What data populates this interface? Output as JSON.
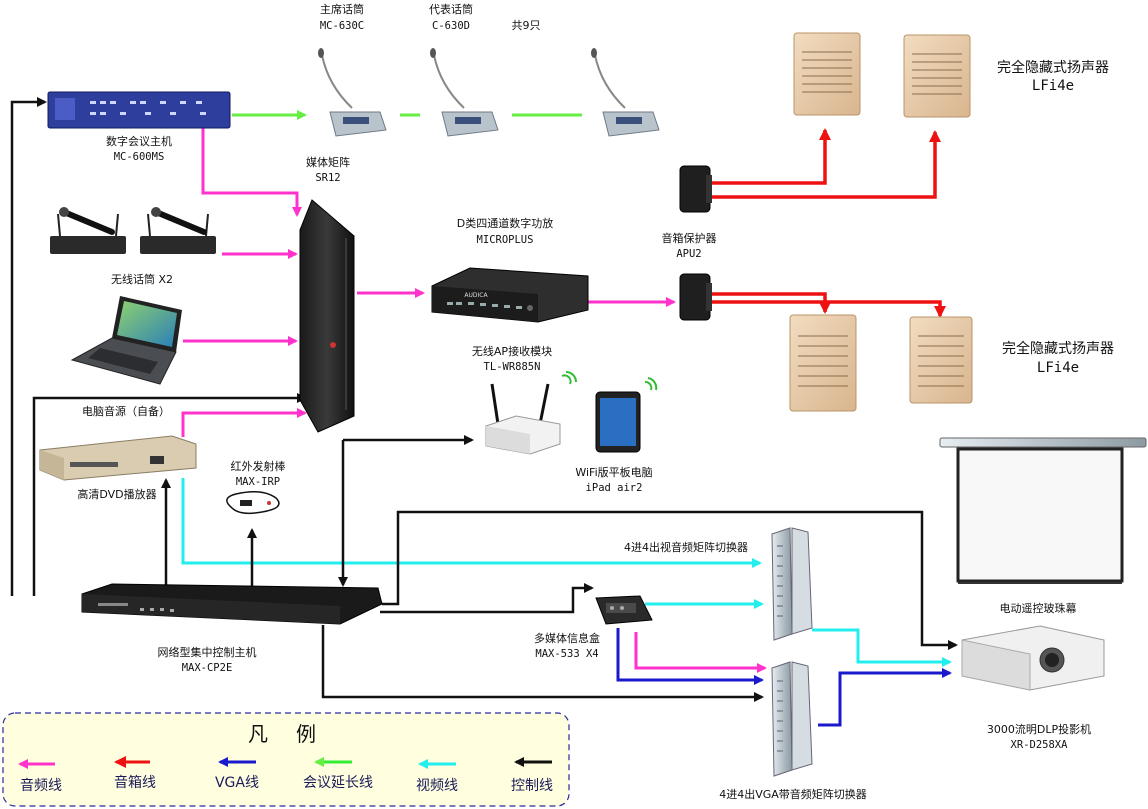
{
  "devices": {
    "conference_host": {
      "name": "数字会议主机",
      "model": "MC-600MS"
    },
    "chairman_mic": {
      "name": "主席话筒",
      "model": "MC-630C"
    },
    "delegate_mic": {
      "name": "代表话筒",
      "model": "C-630D"
    },
    "mic_count": "共9只",
    "media_matrix": {
      "name": "媒体矩阵",
      "model": "SR12"
    },
    "wireless_mic": {
      "name": "无线话筒 X2"
    },
    "amplifier": {
      "name": "D类四通道数字功放",
      "model": "MICROPLUS"
    },
    "speaker_protector": {
      "name": "音箱保护器",
      "model": "APU2"
    },
    "speakers_top": {
      "name": "完全隐藏式扬声器",
      "model": "LFi4e"
    },
    "speakers_bottom": {
      "name": "完全隐藏式扬声器",
      "model": "LFi4e"
    },
    "wireless_ap": {
      "name": "无线AP接收模块",
      "model": "TL-WR885N"
    },
    "tablet": {
      "name": "WiFi版平板电脑",
      "model": "iPad air2"
    },
    "pc_audio": {
      "name": "电脑音源（自备）"
    },
    "dvd": {
      "name": "高清DVD播放器"
    },
    "ir_emitter": {
      "name": "红外发射棒",
      "model": "MAX-IRP"
    },
    "av_matrix": {
      "name": "4进4出视音频矩阵切换器"
    },
    "projection_screen": {
      "name": "电动遥控玻珠幕"
    },
    "control_host": {
      "name": "网络型集中控制主机",
      "model": "MAX-CP2E"
    },
    "media_box": {
      "name": "多媒体信息盒",
      "model": "MAX-533 X4"
    },
    "projector": {
      "name": "3000流明DLP投影机",
      "model": "XR-D258XA"
    },
    "vga_matrix": {
      "name": "4进4出VGA带音频矩阵切换器"
    },
    "amp_brand": "AUDICA"
  },
  "legend": {
    "title": "凡　例",
    "items": [
      {
        "label": "音频线",
        "color": "#ff33cc"
      },
      {
        "label": "音箱线",
        "color": "#ee1111"
      },
      {
        "label": "VGA线",
        "color": "#1a1acc"
      },
      {
        "label": "会议延长线",
        "color": "#33ee33"
      },
      {
        "label": "视频线",
        "color": "#22eeee"
      },
      {
        "label": "控制线",
        "color": "#111111"
      }
    ]
  },
  "colors": {
    "audio": "#ff33cc",
    "speaker": "#ee1111",
    "vga": "#1a1acc",
    "conference": "#66ee44",
    "video": "#22eeee",
    "control": "#111111"
  }
}
